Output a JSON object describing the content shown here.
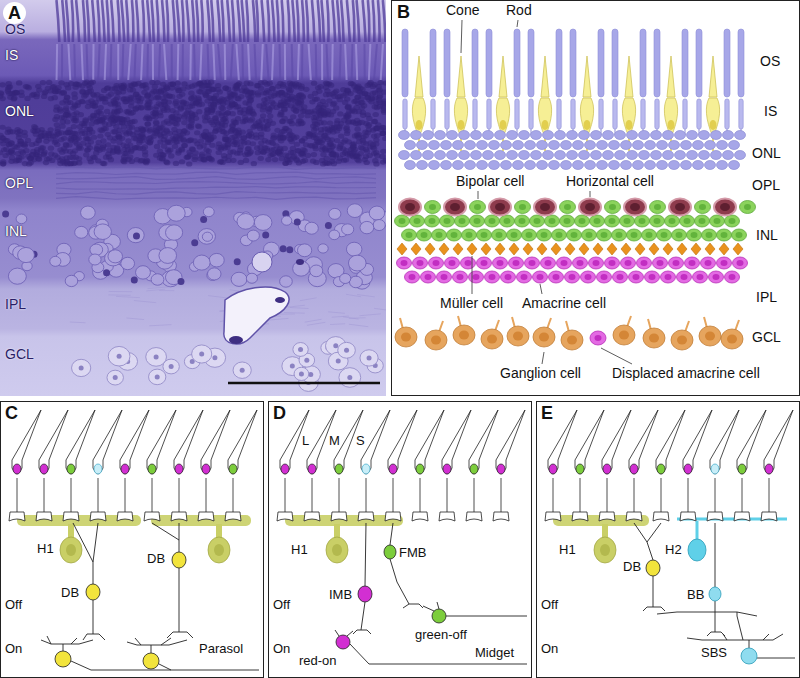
{
  "diagram": {
    "nodes": [
      {
        "text": [
          "A",
          "OS",
          "IS",
          "ONL",
          "OPL",
          "INL",
          "IPL",
          "GCL"
        ]
      },
      {
        "text": [
          "B",
          "Cone",
          "Rod",
          "OS",
          "IS",
          "ONL",
          "OPL",
          "Bipolar cell",
          "Horizontal cell",
          "INL",
          "Müller cell",
          "Amacrine cell",
          "IPL",
          "GCL",
          "Ganglion cell",
          "Displaced amacrine cell"
        ]
      },
      {
        "text": [
          "C",
          "H1",
          "DB",
          "DB",
          "Off",
          "On",
          "Parasol"
        ]
      },
      {
        "text": [
          "D",
          "L",
          "M",
          "S",
          "H1",
          "IMB",
          "FMB",
          "Off",
          "On",
          "red-on",
          "green-off",
          "Midget"
        ]
      },
      {
        "text": [
          "E",
          "H1",
          "DB",
          "H2",
          "BB",
          "Off",
          "On",
          "SBS"
        ]
      }
    ]
  }
}
